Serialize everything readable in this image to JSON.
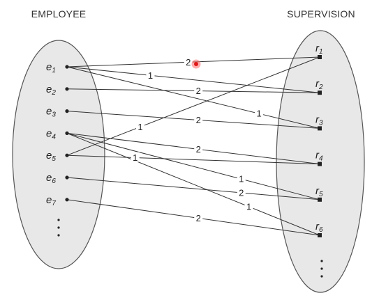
{
  "titles": {
    "left": "EMPLOYEE",
    "right": "SUPERVISION"
  },
  "left_entities": [
    {
      "id": "e1",
      "base": "e",
      "sub": "1"
    },
    {
      "id": "e2",
      "base": "e",
      "sub": "2"
    },
    {
      "id": "e3",
      "base": "e",
      "sub": "3"
    },
    {
      "id": "e4",
      "base": "e",
      "sub": "4"
    },
    {
      "id": "e5",
      "base": "e",
      "sub": "5"
    },
    {
      "id": "e6",
      "base": "e",
      "sub": "6"
    },
    {
      "id": "e7",
      "base": "e",
      "sub": "7"
    }
  ],
  "right_entities": [
    {
      "id": "r1",
      "base": "r",
      "sub": "1"
    },
    {
      "id": "r2",
      "base": "r",
      "sub": "2"
    },
    {
      "id": "r3",
      "base": "r",
      "sub": "3"
    },
    {
      "id": "r4",
      "base": "r",
      "sub": "4"
    },
    {
      "id": "r5",
      "base": "r",
      "sub": "5"
    },
    {
      "id": "r6",
      "base": "r",
      "sub": "6"
    }
  ],
  "links": [
    {
      "from": "e1",
      "to": "r1",
      "role": "2"
    },
    {
      "from": "e1",
      "to": "r2",
      "role": "1"
    },
    {
      "from": "e2",
      "to": "r2",
      "role": "2"
    },
    {
      "from": "e1",
      "to": "r3",
      "role": "1"
    },
    {
      "from": "e3",
      "to": "r3",
      "role": "2"
    },
    {
      "from": "e5",
      "to": "r1",
      "role": "1"
    },
    {
      "from": "e4",
      "to": "r4",
      "role": "2"
    },
    {
      "from": "e5",
      "to": "r4",
      "role": "1"
    },
    {
      "from": "e4",
      "to": "r5",
      "role": "1"
    },
    {
      "from": "e6",
      "to": "r5",
      "role": "2"
    },
    {
      "from": "e4",
      "to": "r6",
      "role": "1"
    },
    {
      "from": "e7",
      "to": "r6",
      "role": "2"
    }
  ],
  "colors": {
    "ellipse_fill": "#e8e8e8",
    "ink": "#222222",
    "marker": "#e01818"
  }
}
